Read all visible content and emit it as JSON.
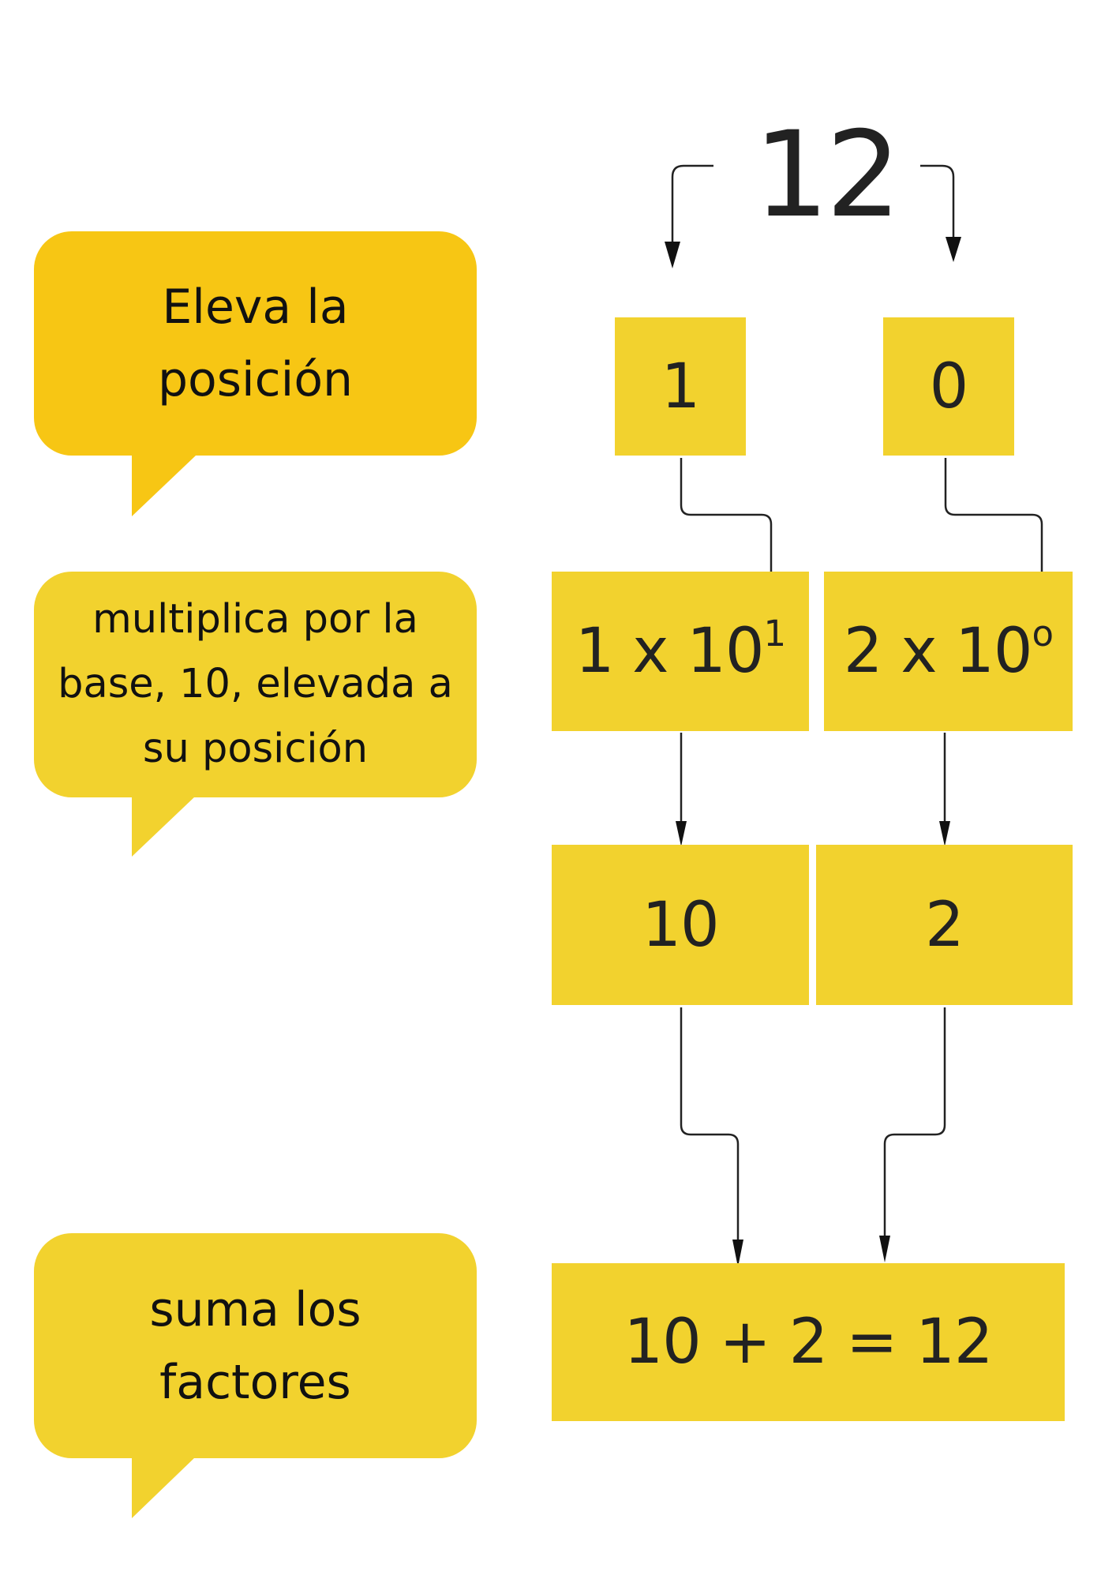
{
  "number": "12",
  "bubbles": [
    {
      "text": "Eleva la posición"
    },
    {
      "text": "multiplica por la base, 10, elevada a su posición"
    },
    {
      "text": "suma los factores"
    }
  ],
  "digits": [
    "1",
    "0"
  ],
  "products": [
    {
      "base_text": "1 x 10",
      "exponent": "1"
    },
    {
      "base_text": "2 x 10",
      "exponent": "o"
    }
  ],
  "results": [
    "10",
    "2"
  ],
  "sum": "10 + 2 = 12",
  "colors": {
    "box": "#f2d22e",
    "bubble_primary": "#f7c614",
    "bubble": "#f2d22e",
    "line": "#222222"
  }
}
